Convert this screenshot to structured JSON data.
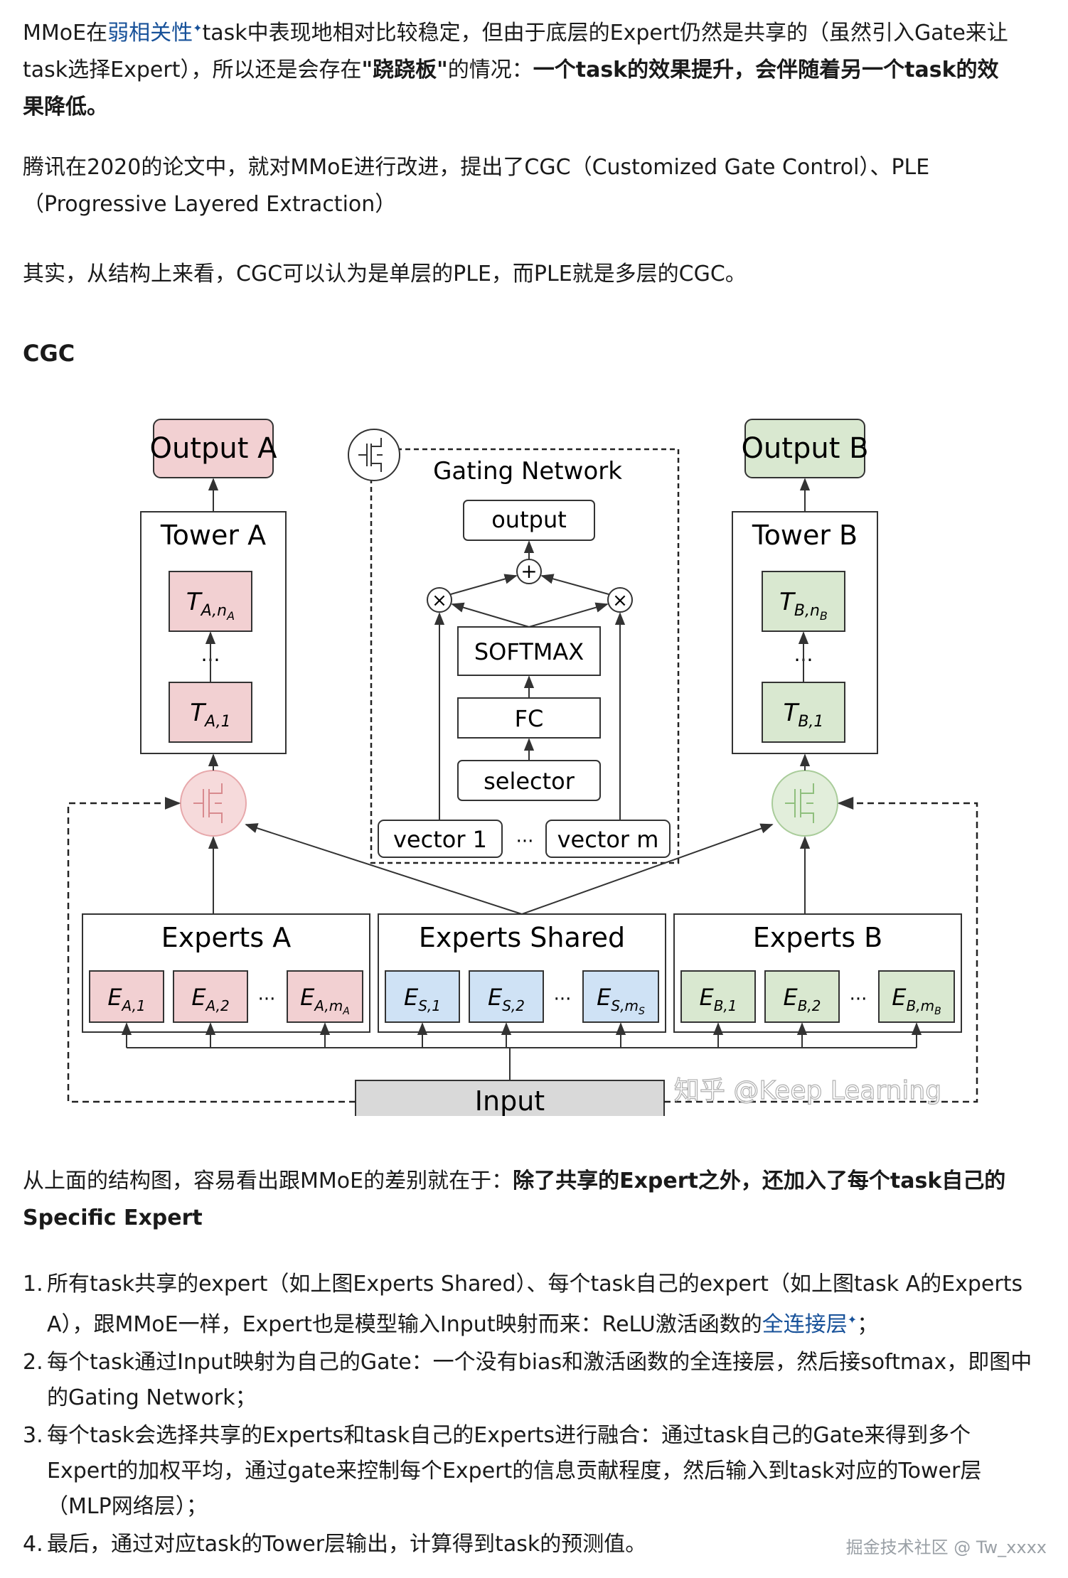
{
  "intro": {
    "p1_a": "MMoE在",
    "p1_link": "弱相关性",
    "p1_b": "task中表现地相对比较稳定，但由于底层的Expert仍然是共享的（虽然引入Gate来让task选择Expert），所以还是会存在",
    "p1_quote": "\"跷跷板\"",
    "p1_c": "的情况：",
    "p1_bold": "一个task的效果提升，会伴随着另一个task的效果降低。",
    "p2": "腾讯在2020的论文中，就对MMoE进行改进，提出了CGC（Customized Gate Control）、PLE（Progressive Layered Extraction）",
    "p3": "其实，从结构上来看，CGC可以认为是单层的PLE，而PLE就是多层的CGC。"
  },
  "section_title": "CGC",
  "diagram": {
    "output_a": "Output A",
    "output_b": "Output B",
    "tower_a": "Tower A",
    "tower_b": "Tower B",
    "ta_top_base": "T",
    "ta_top_sub": "A,n",
    "ta_top_subsub": "A",
    "ta_bot_sub": "A,1",
    "tb_top_sub": "B,n",
    "tb_top_subsub": "B",
    "tb_bot_sub": "B,1",
    "ellipsis": "···",
    "gating_network": "Gating Network",
    "gate_output": "output",
    "softmax": "SOFTMAX",
    "fc": "FC",
    "selector": "selector",
    "vector_1": "vector 1",
    "vector_m": "vector m",
    "plus": "+",
    "times": "×",
    "experts_a": "Experts A",
    "experts_shared": "Experts Shared",
    "experts_b": "Experts B",
    "e_base": "E",
    "ea1": "A,1",
    "ea2": "A,2",
    "eam": "A,m",
    "eam_sub": "A",
    "es1": "S,1",
    "es2": "S,2",
    "esm": "S,m",
    "esm_sub": "S",
    "eb1": "B,1",
    "eb2": "B,2",
    "ebm": "B,m",
    "ebm_sub": "B",
    "input": "Input",
    "watermark": "知乎 @Keep Learning",
    "colors": {
      "red_fill": "#f2d0d2",
      "green_fill": "#d9e8d0",
      "blue_fill": "#cfe2f5",
      "input_fill": "#d9d9d9"
    }
  },
  "after": {
    "p4_a": "从上面的结构图，容易看出跟MMoE的差别就在于：",
    "p4_bold": "除了共享的Expert之外，还加入了每个task自己的Specific Expert"
  },
  "list": [
    {
      "num": "1.",
      "text": "所有task共享的expert（如上图Experts Shared）、每个task自己的expert（如上图task A的Experts A），跟MMoE一样，Expert也是模型输入Input映射而来：ReLU激活函数的",
      "link": "全连接层",
      "tail": "；"
    },
    {
      "num": "2.",
      "text": "每个task通过Input映射为自己的Gate：一个没有bias和激活函数的全连接层，然后接softmax，即图中的Gating Network；",
      "link": "",
      "tail": ""
    },
    {
      "num": "3.",
      "text": "每个task会选择共享的Experts和task自己的Experts进行融合：通过task自己的Gate来得到多个Expert的加权平均，通过gate来控制每个Expert的信息贡献程度，然后输入到task对应的Tower层（MLP网络层）；",
      "link": "",
      "tail": ""
    },
    {
      "num": "4.",
      "text": "最后，通过对应task的Tower层输出，计算得到task的预测值。",
      "link": "",
      "tail": ""
    }
  ],
  "footer_mark": "掘金技术社区 @ Tw_xxxx"
}
